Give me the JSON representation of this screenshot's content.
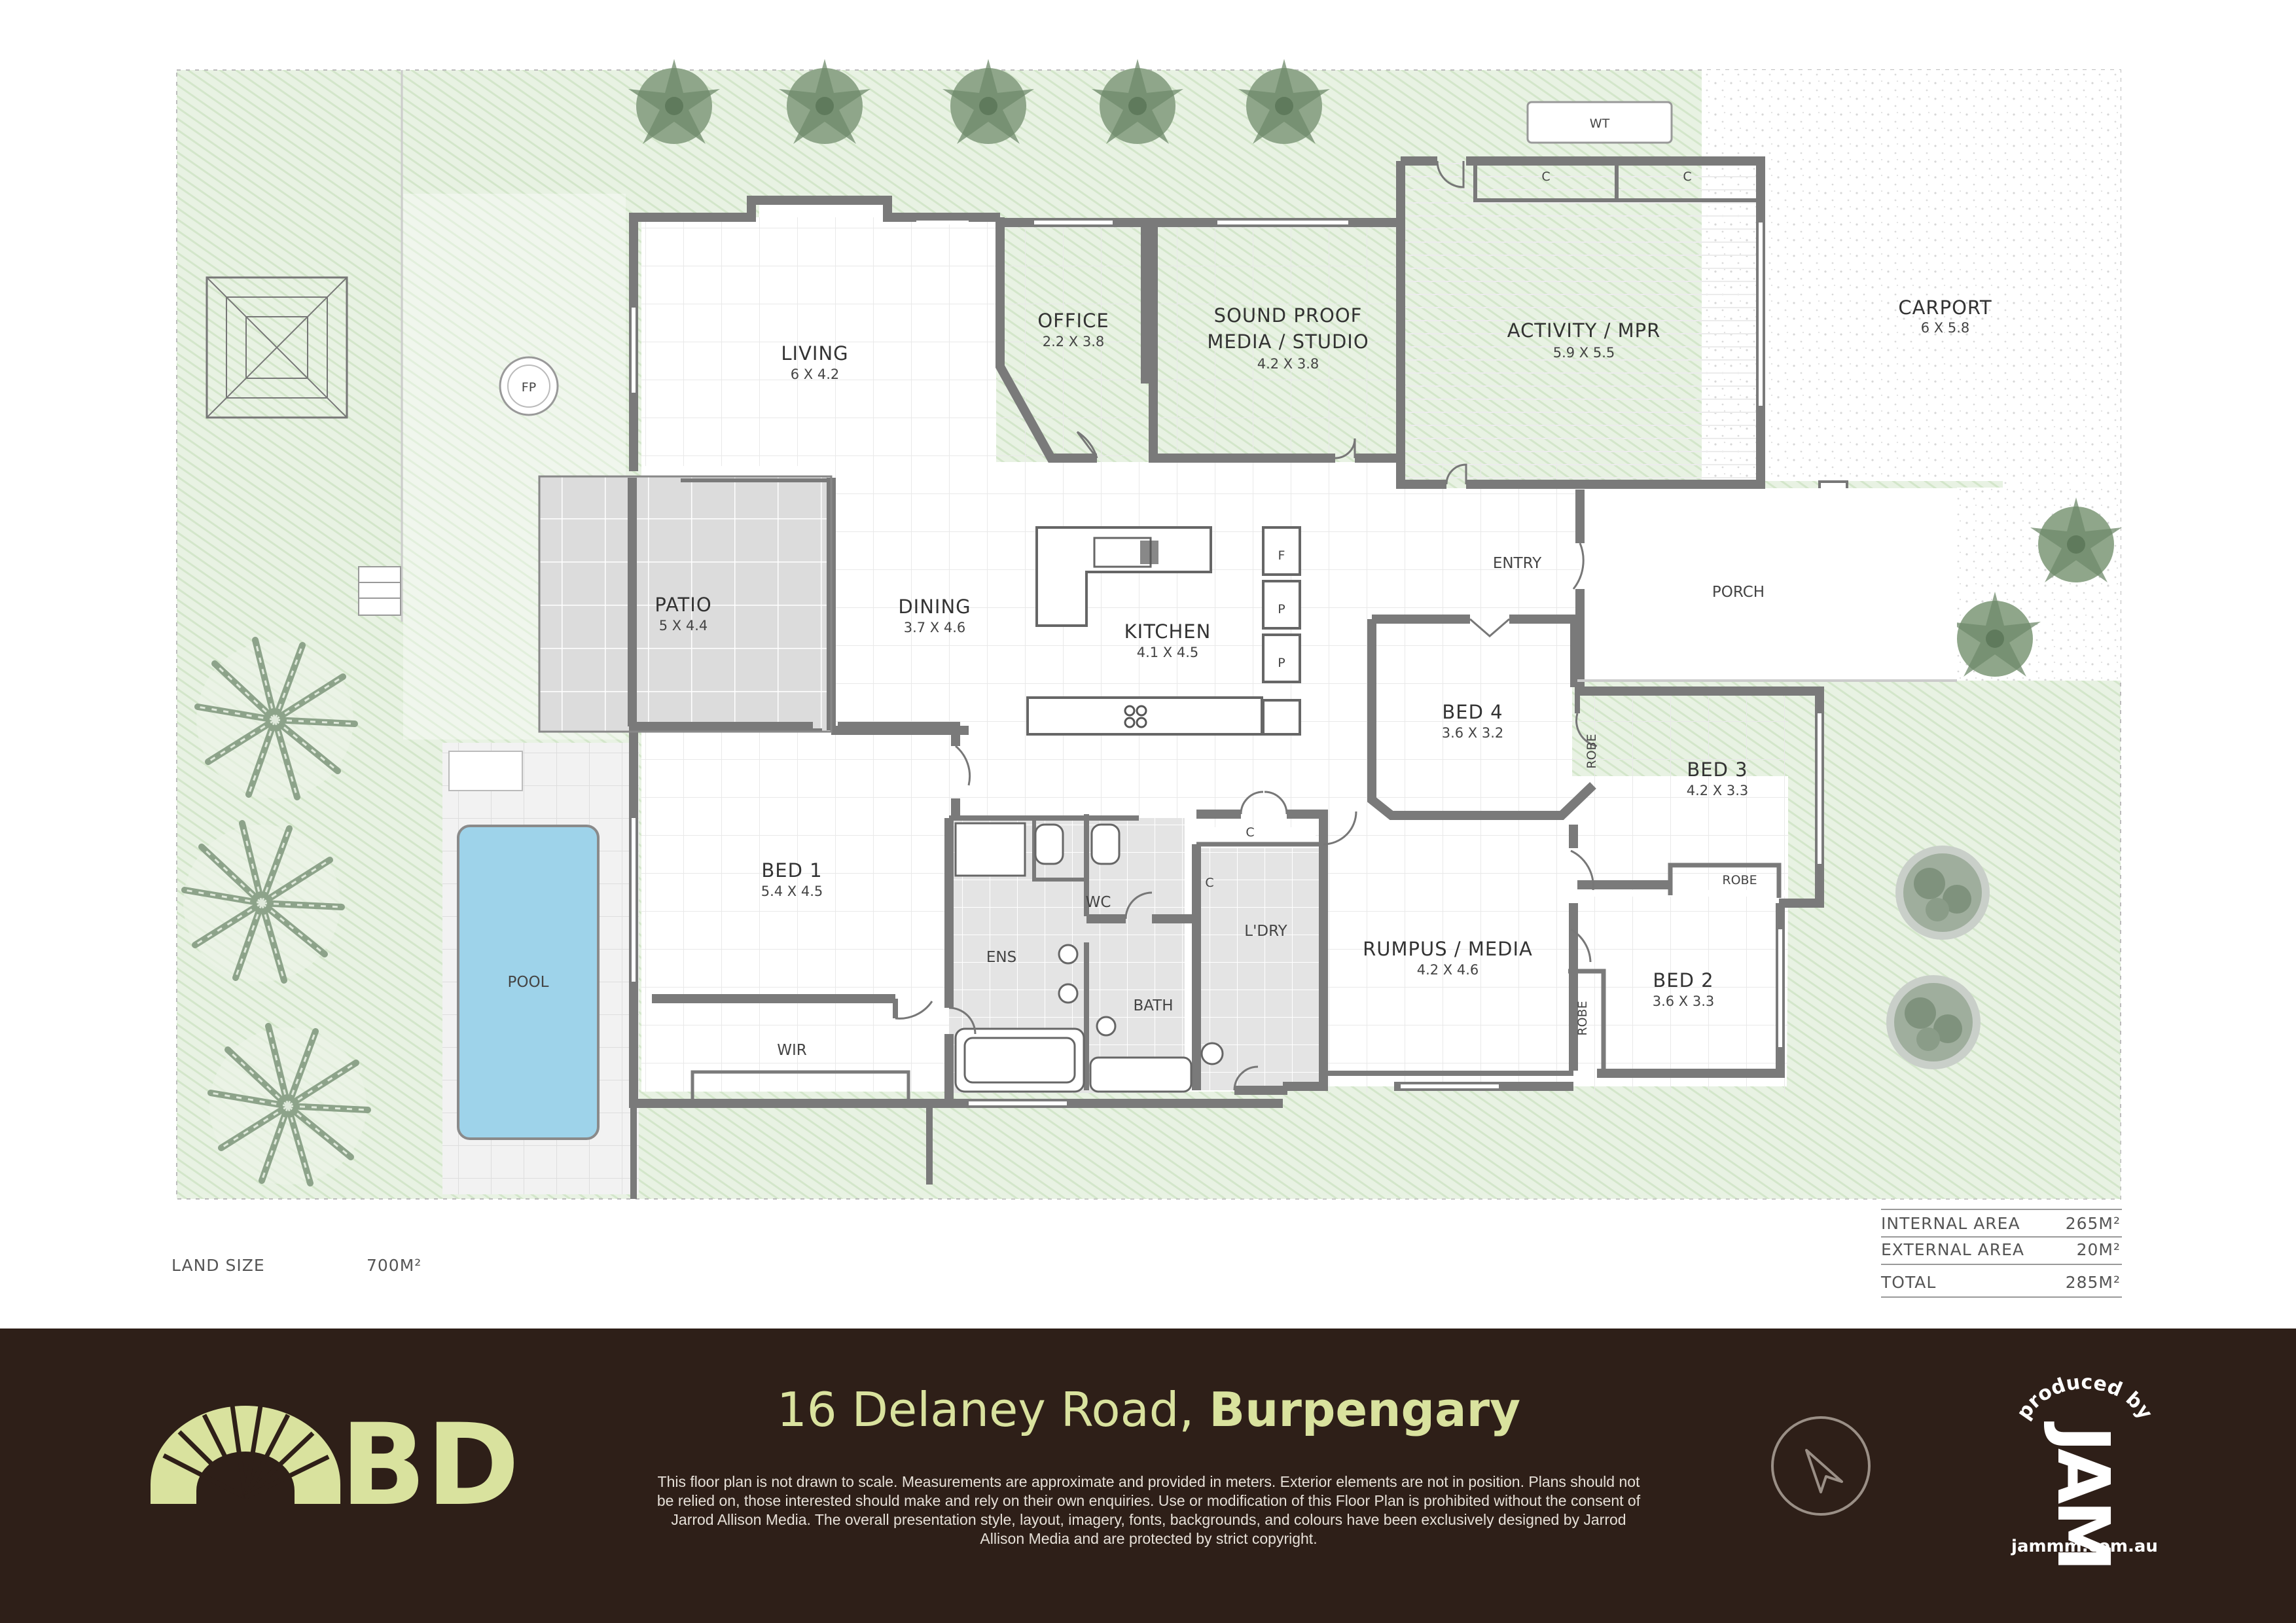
{
  "rooms": {
    "living": {
      "name": "LIVING",
      "dims": "6 X 4.2"
    },
    "office": {
      "name": "OFFICE",
      "dims": "2.2 X 3.8"
    },
    "studio": {
      "name_line1": "SOUND PROOF",
      "name_line2": "MEDIA / STUDIO",
      "dims": "4.2 X 3.8"
    },
    "activity": {
      "name": "ACTIVITY / MPR",
      "dims": "5.9 X 5.5"
    },
    "carport": {
      "name": "CARPORT",
      "dims": "6 X 5.8"
    },
    "patio": {
      "name": "PATIO",
      "dims": "5 X 4.4"
    },
    "dining": {
      "name": "DINING",
      "dims": "3.7 X 4.6"
    },
    "kitchen": {
      "name": "KITCHEN",
      "dims": "4.1 X 4.5"
    },
    "entry": {
      "name": "ENTRY"
    },
    "porch": {
      "name": "PORCH"
    },
    "bed4": {
      "name": "BED 4",
      "dims": "3.6 X 3.2"
    },
    "bed3": {
      "name": "BED 3",
      "dims": "4.2 X 3.3"
    },
    "bed1": {
      "name": "BED 1",
      "dims": "5.4 X 4.5"
    },
    "bed2": {
      "name": "BED 2",
      "dims": "3.6 X 3.3"
    },
    "rumpus": {
      "name": "RUMPUS / MEDIA",
      "dims": "4.2 X 4.6"
    },
    "ens": {
      "name": "ENS"
    },
    "wc": {
      "name": "WC"
    },
    "bath": {
      "name": "BATH"
    },
    "laundry": {
      "name": "L'DRY"
    },
    "wir": {
      "name": "WIR"
    },
    "pool": {
      "name": "POOL"
    }
  },
  "fixtures": {
    "fp": "FP",
    "wt": "WT",
    "cupboard": "C",
    "robe": "ROBE",
    "fridge": "F",
    "pantry": "P"
  },
  "areas": {
    "land_label": "LAND SIZE",
    "land_value": "700M²",
    "internal_label": "INTERNAL AREA",
    "internal_value": "265M²",
    "external_label": "EXTERNAL AREA",
    "external_value": "20M²",
    "total_label": "TOTAL",
    "total_value": "285M²"
  },
  "footer": {
    "logo_text": "BD",
    "address_street": "16 Delaney Road, ",
    "address_suburb": "Burpengary",
    "disclaimer": "This floor plan is not drawn to scale. Measurements are approximate and provided in meters. Exterior elements are not in position. Plans should not be relied on, those interested should make and rely on their own enquiries. Use or modification of this Floor Plan is prohibited without the consent of Jarrod Allison Media. The overall presentation style, layout, imagery, fonts, backgrounds, and colours have been exclusively designed by Jarrod Allison Media and are protected by strict copyright.",
    "badge_top": "produced by",
    "badge_logo": "JAM",
    "website": "jammm.com.au"
  },
  "colors": {
    "wall": "#7a7a7a",
    "grass": "#e8f2e3",
    "footer_bg": "#2e1f18",
    "accent": "#d9e29e",
    "pool_water": "#9ed3ea",
    "wet_area_tile": "#e4e4e4",
    "patio_tile": "#dcdcdc"
  }
}
